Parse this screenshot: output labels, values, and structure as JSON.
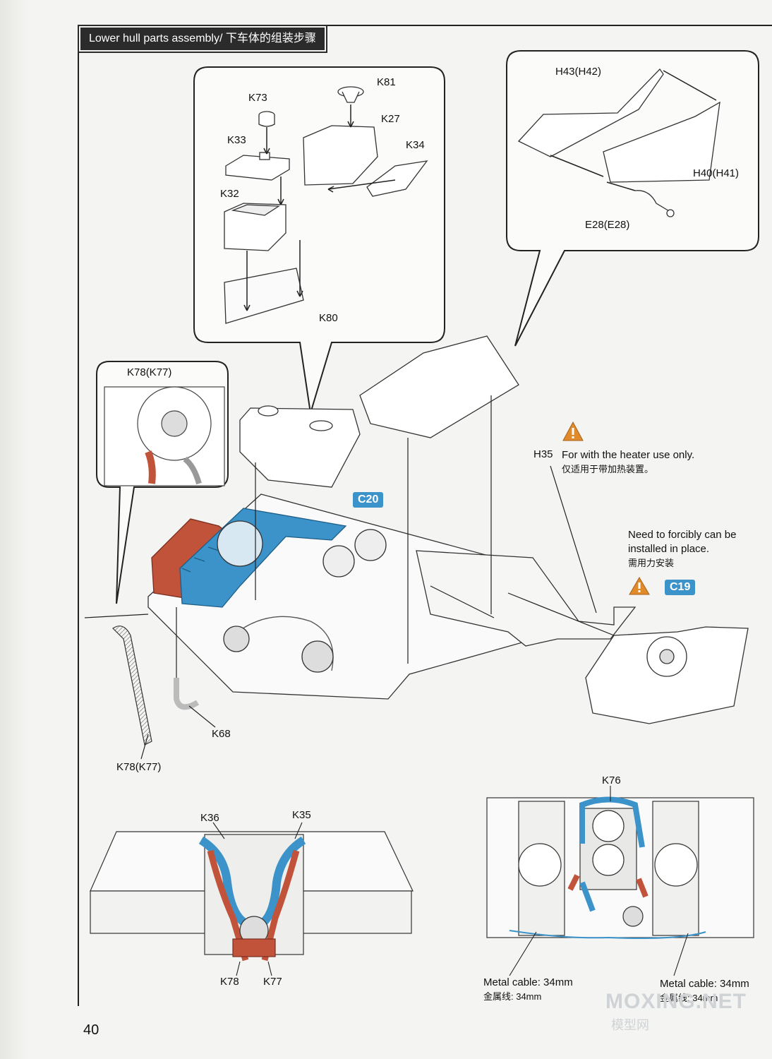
{
  "header": {
    "title": "Lower hull parts assembly/ 下车体的组装步骤"
  },
  "page_number": "40",
  "watermark": {
    "main": "MOXING.NET",
    "sub": "模型网"
  },
  "parts": {
    "k73": "K73",
    "k81": "K81",
    "k27": "K27",
    "k33": "K33",
    "k34": "K34",
    "k32": "K32",
    "k80": "K80",
    "h43": "H43(H42)",
    "h40": "H40(H41)",
    "e28": "E28(E28)",
    "k78_top": "K78(K77)",
    "k68": "K68",
    "k78_bottom": "K78(K77)",
    "h35": "H35",
    "k36": "K36",
    "k35": "K35",
    "k78": "K78",
    "k77": "K77",
    "k76": "K76"
  },
  "tags": {
    "c20": "C20",
    "c19": "C19"
  },
  "notes": {
    "heater_en": "For with the heater use only.",
    "heater_cn": "仅适用于带加热装置。",
    "force_en_1": "Need to forcibly can be",
    "force_en_2": "installed in place.",
    "force_cn": "需用力安装",
    "cable_left_en": "Metal cable: 34mm",
    "cable_left_cn": "金属线: 34mm",
    "cable_right_en": "Metal cable: 34mm",
    "cable_right_cn": "金属线: 34mm"
  },
  "colors": {
    "highlight_blue": "#3b93c9",
    "highlight_red": "#c0533a",
    "warning": "#e08a2a"
  }
}
